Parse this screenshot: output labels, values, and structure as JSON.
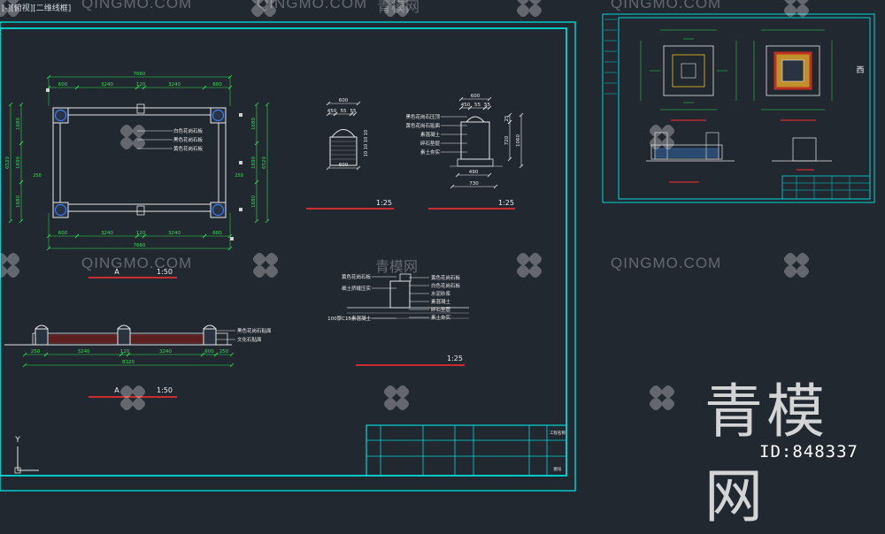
{
  "viewport": {
    "label": "[-][俯视][二维线框]"
  },
  "drawing": {
    "plan": {
      "scale_label": "1:50",
      "mark": "A",
      "dim_top_total": "7660",
      "dim_top_segments": [
        "600",
        "3240",
        "120",
        "3240",
        "600"
      ],
      "dim_bottom_segments": [
        "600",
        "3240",
        "120",
        "3240",
        "600"
      ],
      "dim_bottom_total": "7660",
      "dim_left_total": "6520",
      "dim_right_total": "6520",
      "dim_side_segments": [
        "1680",
        "1690",
        "1680"
      ],
      "dim_small": "250",
      "notes": [
        "白色花岗石板",
        "黑色花岗石板",
        "黄色花岗石板"
      ]
    },
    "elevation": {
      "scale_label": "1:50",
      "mark": "A",
      "dims": [
        "250",
        "3240",
        "120",
        "3240",
        "600",
        "250"
      ],
      "total": "8320",
      "notes": [
        "黑色花岗石贴面",
        "文化石贴面"
      ]
    },
    "detail_1": {
      "scale_label": "1:25",
      "dims_top": [
        "600",
        "450",
        "55",
        "55"
      ],
      "dim_bottom": "600",
      "side_dims": [
        "10",
        "10",
        "10",
        "10"
      ]
    },
    "detail_2": {
      "scale_label": "1:25",
      "dim_top": "600",
      "dims_top2": [
        "450",
        "55",
        "55"
      ],
      "dims_right": [
        "25",
        "720",
        "1060"
      ],
      "dims_bottom": [
        "490",
        "730"
      ],
      "notes": [
        "黑色花岗石压顶",
        "黄色花岗石贴面",
        "素混凝土",
        "碎石垫层",
        "素土夯实"
      ]
    },
    "detail_3": {
      "scale_label": "1:25",
      "notes_left": [
        "黄色花岗石板",
        "细土挤缝压实",
        "100厚C15素混凝土"
      ],
      "notes_right": [
        "黄色花岗石板",
        "白色花岗石板",
        "水泥砂浆",
        "素混凝土",
        "碎石垫层",
        "素土夯实"
      ]
    },
    "title_block": {
      "cells": [
        "工程名称",
        "图号"
      ]
    },
    "thumbnail": {
      "label": "西"
    }
  },
  "watermark": {
    "text": "QINGMO.COM",
    "cn_small": "青模网",
    "cn_big": "青模网",
    "id": "ID:848337"
  },
  "ucs": {
    "y_label": "Y"
  },
  "colors": {
    "background": "#212830",
    "frame": "#00d8d8",
    "lines": "#e8e8e8",
    "dims": "#30e050",
    "scale_underline": "#ff3030",
    "annotation": "#f0f0f0"
  }
}
